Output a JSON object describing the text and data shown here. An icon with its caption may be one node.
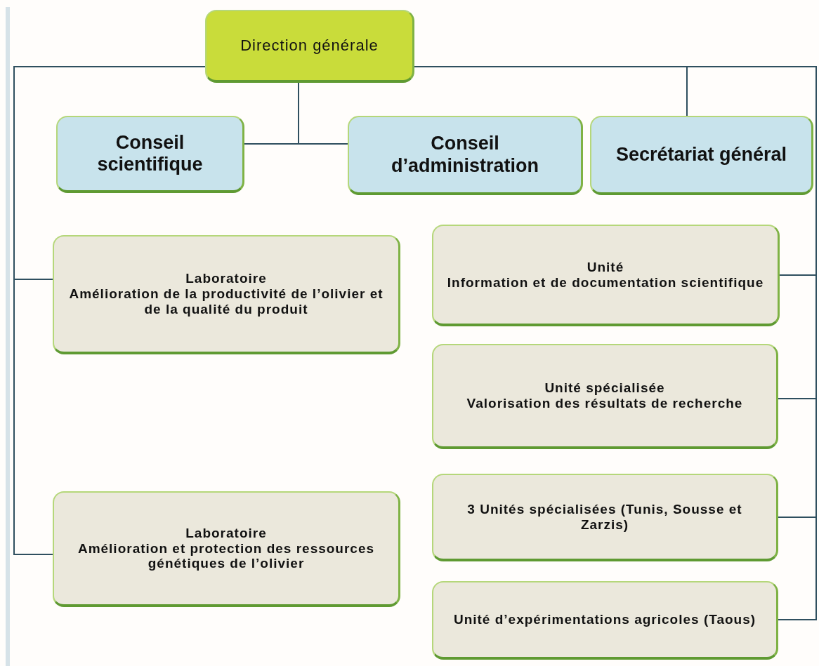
{
  "diagram": {
    "nodes": [
      {
        "text": [
          "Direction générale"
        ]
      },
      {
        "text": [
          "Conseil scientifique"
        ]
      },
      {
        "text": [
          "Conseil d’administration"
        ]
      },
      {
        "text": [
          "Secrétariat général"
        ]
      },
      {
        "text": [
          "Laboratoire",
          "Amélioration de la productivité de l’olivier et de la qualité du produit"
        ]
      },
      {
        "text": [
          "Unité",
          "Information et de documentation scientifique"
        ]
      },
      {
        "text": [
          "Unité spécialisée",
          "Valorisation des résultats de recherche"
        ]
      },
      {
        "text": [
          "Laboratoire",
          "Amélioration et protection des ressources génétiques de l’olivier"
        ]
      },
      {
        "text": [
          "3 Unités spécialisées (Tunis, Sousse et Zarzis)"
        ]
      },
      {
        "text": [
          "Unité d’expérimentations agricoles (Taous)"
        ]
      }
    ],
    "edges": [
      {
        "from": 0,
        "to": 1,
        "arrow": "none"
      },
      {
        "from": 0,
        "to": 2,
        "arrow": "none"
      },
      {
        "from": 0,
        "to": 3,
        "arrow": "none"
      },
      {
        "from": 0,
        "to": 4,
        "arrow": "none"
      },
      {
        "from": 0,
        "to": 7,
        "arrow": "none"
      },
      {
        "from": 0,
        "to": 5,
        "arrow": "none"
      },
      {
        "from": 0,
        "to": 6,
        "arrow": "none"
      },
      {
        "from": 0,
        "to": 8,
        "arrow": "none"
      },
      {
        "from": 0,
        "to": 9,
        "arrow": "none"
      }
    ]
  }
}
